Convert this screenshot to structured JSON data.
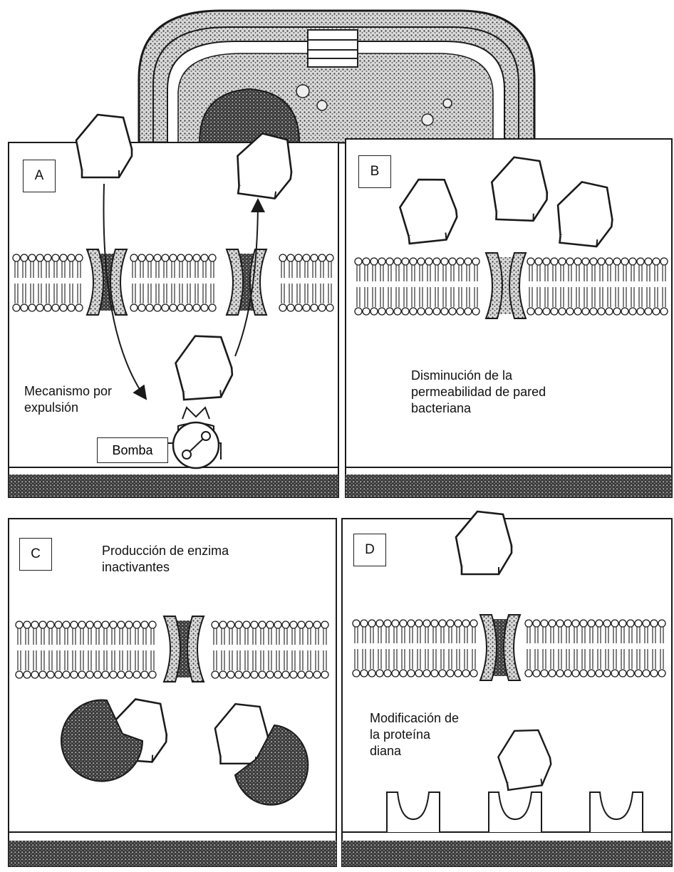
{
  "panels": {
    "A": {
      "letter": "A",
      "caption": "Mecanismo por\nexpulsión",
      "pump_label": "Bomba"
    },
    "B": {
      "letter": "B",
      "caption": "Disminución de la\npermeabilidad de pared\nbacteriana"
    },
    "C": {
      "letter": "C",
      "caption": "Producción de enzima\ninactivantes"
    },
    "D": {
      "letter": "D",
      "caption": "Modificación de\nla proteína\ndiana"
    }
  },
  "colors": {
    "line": "#1a1a1a",
    "stipple_dark": "#2a2a2a",
    "background": "#ffffff"
  }
}
